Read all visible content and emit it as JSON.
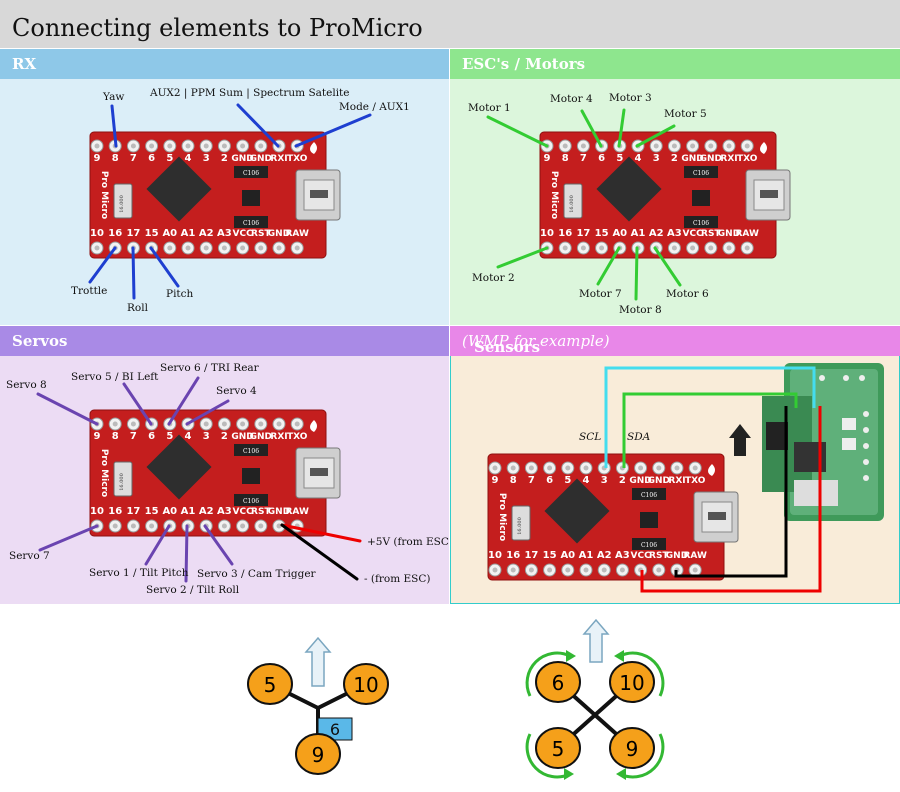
{
  "title": "Connecting elements to ProMicro",
  "board": {
    "top_pins": [
      "9",
      "8",
      "7",
      "6",
      "5",
      "4",
      "3",
      "2",
      "GND",
      "GND",
      "RXI",
      "TXO"
    ],
    "bottom_pins": [
      "10",
      "16",
      "17",
      "15",
      "A0",
      "A1",
      "A2",
      "A3",
      "VCC",
      "RST",
      "GND",
      "RAW"
    ],
    "side_label": "Pro Micro",
    "chip_a": "C106",
    "chip_b": "C106",
    "crystal": "16.000"
  },
  "rx": {
    "header": "RX",
    "labels": {
      "yaw": "Yaw",
      "aux2": "AUX2 | PPM Sum | Spectrum Satelite",
      "mode": "Mode / AUX1",
      "throttle": "Trottle",
      "roll": "Roll",
      "pitch": "Pitch"
    }
  },
  "esc": {
    "header": "ESC's / Motors",
    "labels": {
      "m1": "Motor 1",
      "m4": "Motor 4",
      "m3": "Motor 3",
      "m5": "Motor 5",
      "m2": "Motor 2",
      "m7": "Motor 7",
      "m8": "Motor 8",
      "m6": "Motor 6"
    }
  },
  "servos": {
    "header": "Servos",
    "labels": {
      "s8": "Servo 8",
      "s5": "Servo 5 / BI Left",
      "s6": "Servo 6 / TRI Rear",
      "s4": "Servo 4",
      "s7": "Servo 7",
      "s1": "Servo 1 / Tilt Pitch",
      "s2": "Servo 2 / Tilt Roll",
      "s3": "Servo 3 / Cam Trigger",
      "vplus": "+5V (from ESC)",
      "vminus": "- (from ESC)"
    }
  },
  "sensors": {
    "header": "Sensors",
    "header_sub": "(WMP for example)",
    "scl": "SCL",
    "sda": "SDA"
  },
  "tri": {
    "m5": "5",
    "m10": "10",
    "m9": "9",
    "servo": "6"
  },
  "quad": {
    "m6": "6",
    "m10": "10",
    "m5": "5",
    "m9": "9"
  },
  "colors": {
    "rx": "#8ec8e8",
    "rx_bg": "#dbeef8",
    "esc": "#8ee68e",
    "esc_bg": "#dcf6dc",
    "servo": "#a98ae6",
    "servo_bg": "#ecdcf4",
    "sensor": "#e887e8",
    "sensor_bg": "#f9ecd9",
    "board": "#c41e1e",
    "motor": "#f5a01a"
  }
}
